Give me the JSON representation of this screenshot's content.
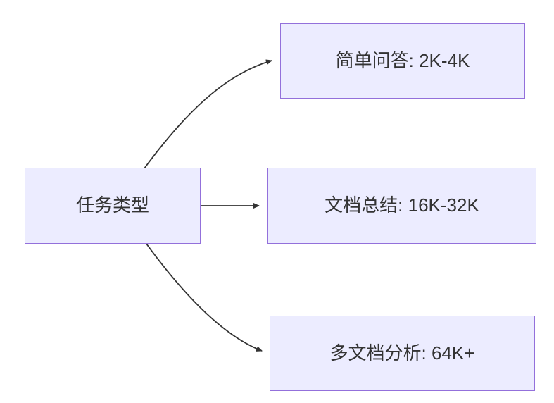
{
  "diagram": {
    "type": "flowchart-left-to-right",
    "root": {
      "label": "任务类型"
    },
    "branches": [
      {
        "label": "简单问答: 2K-4K"
      },
      {
        "label": "文档总结: 16K-32K"
      },
      {
        "label": "多文档分析: 64K+"
      }
    ],
    "colors": {
      "node_fill": "#ECECFF",
      "node_border": "#9370DB",
      "arrow": "#333333",
      "text": "#333333",
      "background": "#ffffff"
    }
  }
}
